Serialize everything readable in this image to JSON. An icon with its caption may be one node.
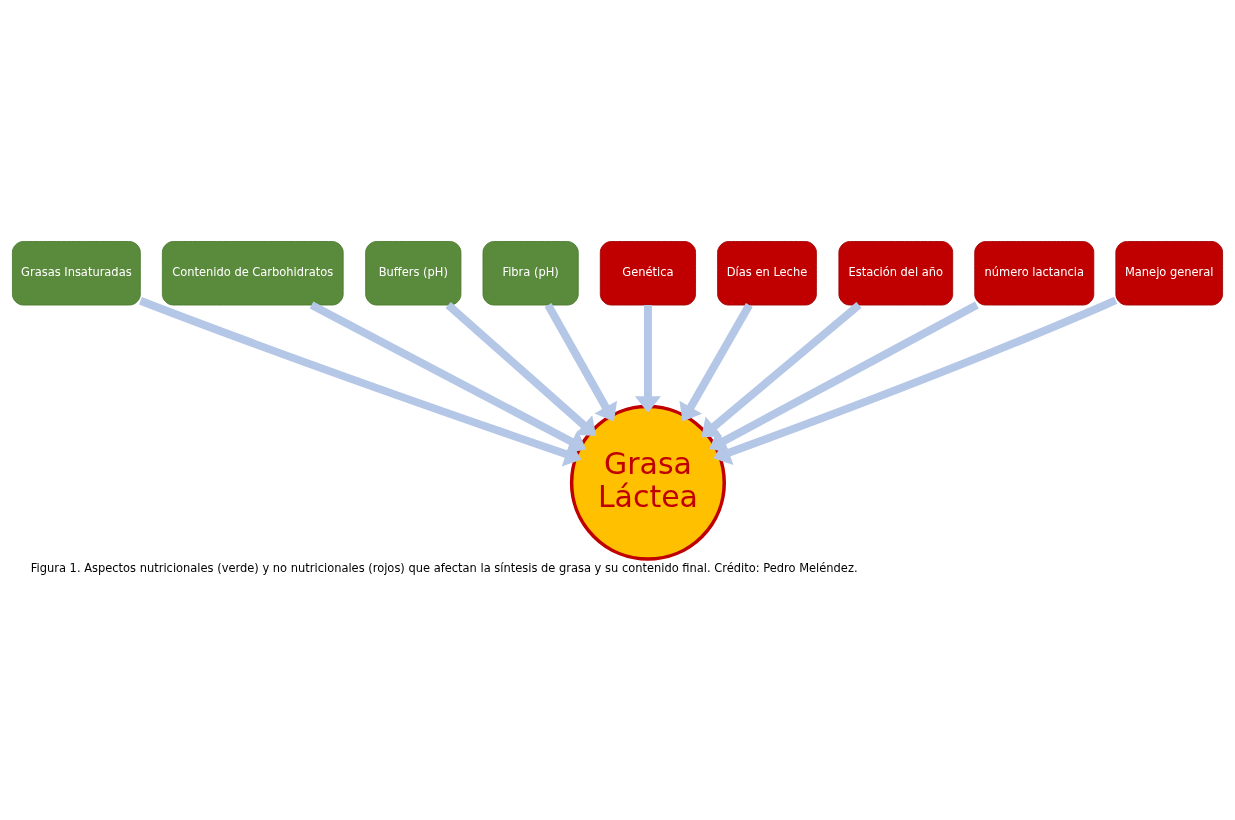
{
  "diagram": {
    "caption": "Figura 1. Aspectos nutricionales (verde) y no nutricionales (rojos) que afectan la síntesis de grasa y su contenido final. Crédito: Pedro Meléndez.",
    "nodes": [
      {
        "text": [
          "Grasas Insaturadas"
        ]
      },
      {
        "text": [
          "Contenido de Carbohidratos"
        ]
      },
      {
        "text": [
          "Buffers (pH)"
        ]
      },
      {
        "text": [
          "Fibra (pH)"
        ]
      },
      {
        "text": [
          "Genética"
        ]
      },
      {
        "text": [
          "Días en Leche"
        ]
      },
      {
        "text": [
          "Estación del año"
        ]
      },
      {
        "text": [
          "número lactancia"
        ]
      },
      {
        "text": [
          "Manejo general"
        ]
      },
      {
        "text": [
          "Grasa Láctea"
        ]
      }
    ],
    "edges": [
      {
        "from": 0,
        "to": 9,
        "arrow": "to"
      },
      {
        "from": 1,
        "to": 9,
        "arrow": "to"
      },
      {
        "from": 2,
        "to": 9,
        "arrow": "to"
      },
      {
        "from": 3,
        "to": 9,
        "arrow": "to"
      },
      {
        "from": 4,
        "to": 9,
        "arrow": "to"
      },
      {
        "from": 5,
        "to": 9,
        "arrow": "to"
      },
      {
        "from": 6,
        "to": 9,
        "arrow": "to"
      },
      {
        "from": 7,
        "to": 9,
        "arrow": "to"
      },
      {
        "from": 8,
        "to": 9,
        "arrow": "to"
      }
    ]
  }
}
